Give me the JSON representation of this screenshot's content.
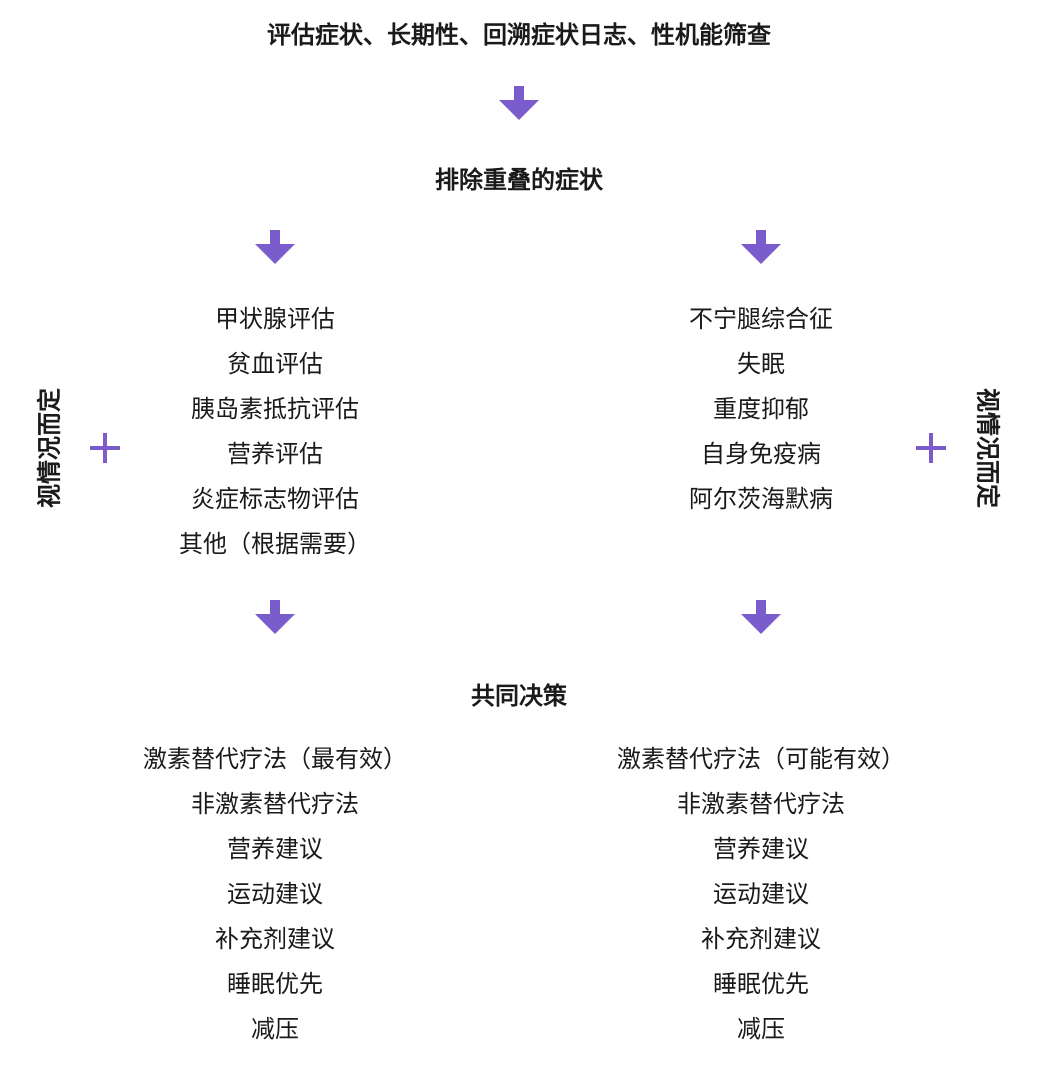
{
  "title": "评估症状、长期性、回溯症状日志、性机能筛查",
  "step2": "排除重叠的症状",
  "left_assessments": [
    "甲状腺评估",
    "贫血评估",
    "胰岛素抵抗评估",
    "营养评估",
    "炎症标志物评估",
    "其他（根据需要）"
  ],
  "right_conditions": [
    "不宁腿综合征",
    "失眠",
    "重度抑郁",
    "自身免疫病",
    "阿尔茨海默病"
  ],
  "side_label": "视情况而定",
  "decision": "共同决策",
  "left_treatments": [
    "激素替代疗法（最有效）",
    "非激素替代疗法",
    "营养建议",
    "运动建议",
    "补充剂建议",
    "睡眠优先",
    "减压"
  ],
  "right_treatments": [
    "激素替代疗法（可能有效）",
    "非激素替代疗法",
    "营养建议",
    "运动建议",
    "补充剂建议",
    "睡眠优先",
    "减压"
  ],
  "colors": {
    "accent": "#7b5ccc"
  }
}
